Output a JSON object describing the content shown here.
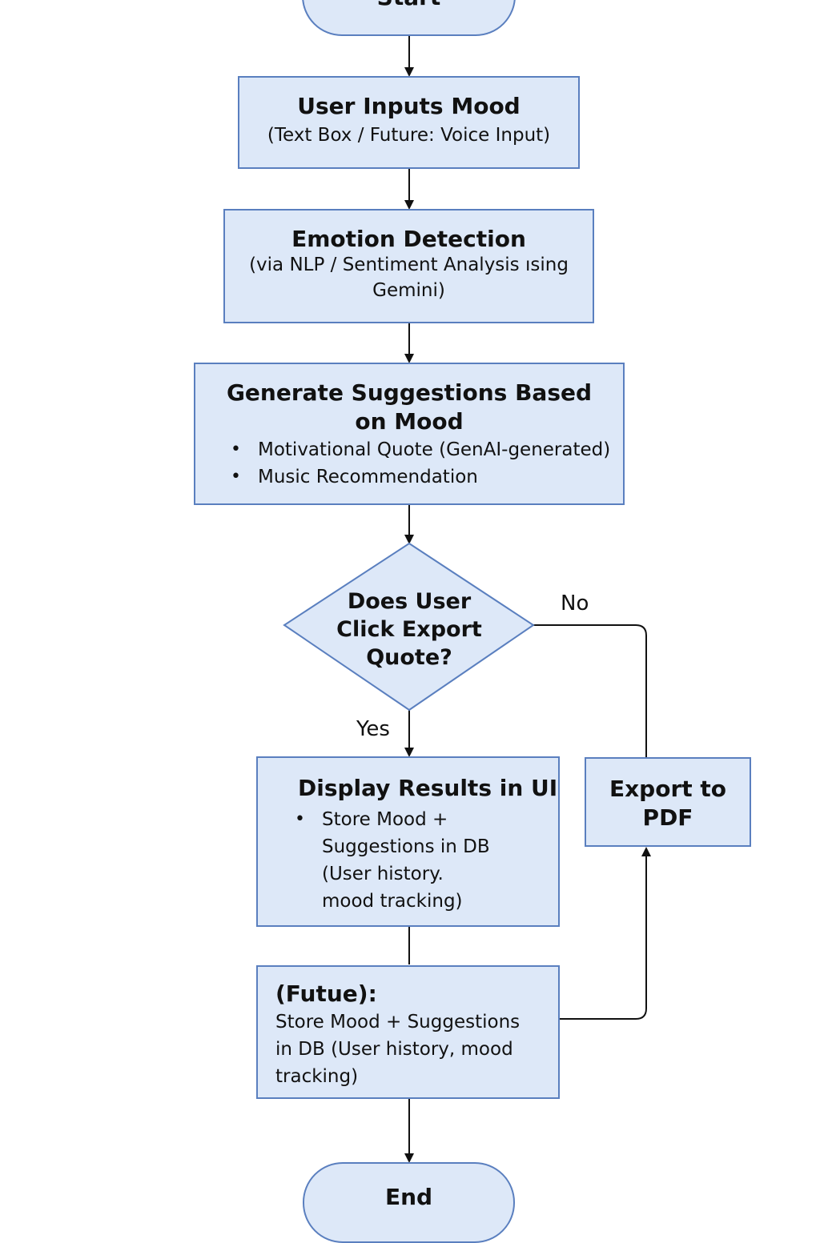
{
  "nodes": {
    "start": {
      "title": "Start"
    },
    "input": {
      "title": "User Inputs Mood",
      "sub": "(Text Box / Future: Voice Input)"
    },
    "emotion": {
      "title": "Emotion Detection",
      "sub_line1": "(via NLP / Sentiment Analysis ısing",
      "sub_line2": "Gemini)"
    },
    "suggest": {
      "title_line1": "Generate Suggestions Based",
      "title_line2": "on Mood",
      "bullets": [
        "Motivational Quote (GenAI-generated)",
        "Music Recommendation"
      ]
    },
    "decision": {
      "line1": "Does User",
      "line2": "Click Export",
      "line3": "Quote?"
    },
    "display": {
      "title": "Display Results in UI",
      "bullet_line1": "Store Mood +",
      "bullet_line2": "Suggestions in DB",
      "bullet_line3": "(User history.",
      "bullet_line4": "mood tracking)"
    },
    "export": {
      "line1": "Export to",
      "line2": "PDF"
    },
    "future": {
      "title": "(Futue):",
      "line1": "Store Mood + Suggestions",
      "line2": "in DB (User history, mood",
      "line3": "tracking)"
    },
    "end": {
      "title": "End"
    }
  },
  "edge_labels": {
    "no": "No",
    "yes": "Yes"
  },
  "colors": {
    "fill": "#dde8f8",
    "stroke": "#5a7fbf",
    "arrow": "#111111"
  }
}
